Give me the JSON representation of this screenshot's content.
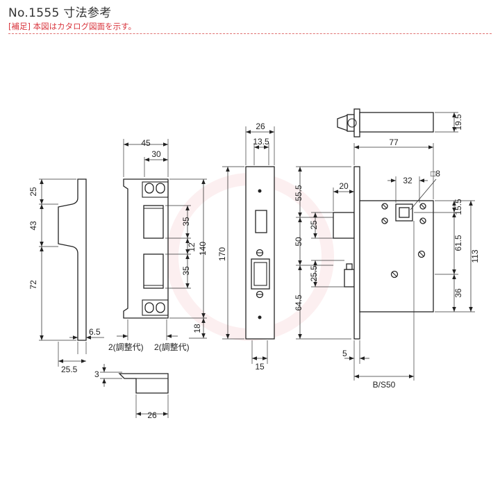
{
  "header": {
    "title": "No.1555 寸法参考",
    "note": "[補足] 本図はカタログ図面を示す。"
  },
  "plate": {
    "dims": {
      "top": "25",
      "mid": "43",
      "bottom": "72",
      "thick": "6.5",
      "width": "25.5"
    }
  },
  "strike": {
    "dims": {
      "width": "45",
      "inner": "30",
      "opening": "35",
      "gap": "12",
      "opening2": "35",
      "height": "140",
      "adjust_left": "2(調整代)",
      "adjust_right": "2(調整代)",
      "offset": "18"
    }
  },
  "guard": {
    "dims": {
      "thick": "3",
      "width": "26"
    }
  },
  "faceplate": {
    "dims": {
      "width": "26",
      "inner": "13.5",
      "height": "170",
      "bottom": "15"
    }
  },
  "body": {
    "dims": {
      "top": "55.5",
      "latch": "25",
      "center": "50",
      "deadbolt": "25.5",
      "bottom": "64.5",
      "projection": "20",
      "spindle": "32",
      "square": "□8",
      "depth": "77",
      "bolt_height": "19.5",
      "r1": "15.5",
      "r2": "61.5",
      "r3": "36",
      "height": "113",
      "face_thick": "5",
      "backset": "B/S50"
    }
  }
}
